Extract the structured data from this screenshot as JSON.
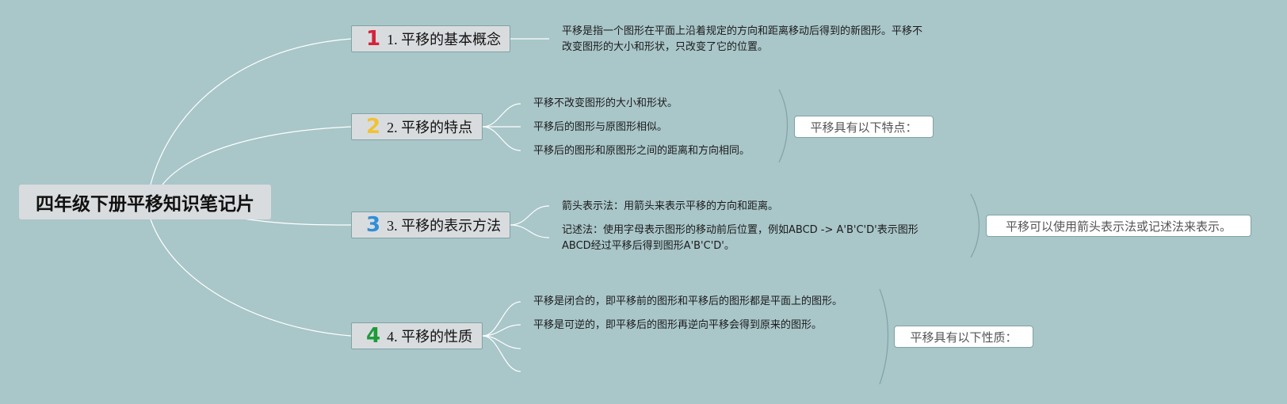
{
  "root": {
    "title": "四年级下册平移知识笔记片"
  },
  "topics": [
    {
      "num": "1",
      "label": "1. 平移的基本概念",
      "num_color": "#d6223a"
    },
    {
      "num": "2",
      "label": "2. 平移的特点",
      "num_color": "#f1c232"
    },
    {
      "num": "3",
      "label": "3. 平移的表示方法",
      "num_color": "#2f8fd8"
    },
    {
      "num": "4",
      "label": "4. 平移的性质",
      "num_color": "#1e9a3a"
    }
  ],
  "details": {
    "concept": [
      "平移是指一个图形在平面上沿着规定的方向和距离移动后得到的新图形。平移不",
      "改变图形的大小和形状，只改变了它的位置。"
    ],
    "features": [
      "平移不改变图形的大小和形状。",
      "平移后的图形与原图形相似。",
      "平移后的图形和原图形之间的距离和方向相同。"
    ],
    "representation": [
      "箭头表示法：用箭头来表示平移的方向和距离。",
      "记述法：使用字母表示图形的移动前后位置，例如ABCD -> A'B'C'D'表示图形",
      "ABCD经过平移后得到图形A'B'C'D'。"
    ],
    "properties": [
      "平移是闭合的，即平移前的图形和平移后的图形都是平面上的图形。",
      "平移是可逆的，即平移后的图形再逆向平移会得到原来的图形。"
    ]
  },
  "summaries": {
    "features": "平移具有以下特点：",
    "representation": "平移可以使用箭头表示法或记述法来表示。",
    "properties": "平移具有以下性质："
  },
  "colors": {
    "background": "#a9c6c9",
    "connector_root": "#ffffff",
    "connector_branch": "#ffffff",
    "brace": "#7fa3a4"
  }
}
